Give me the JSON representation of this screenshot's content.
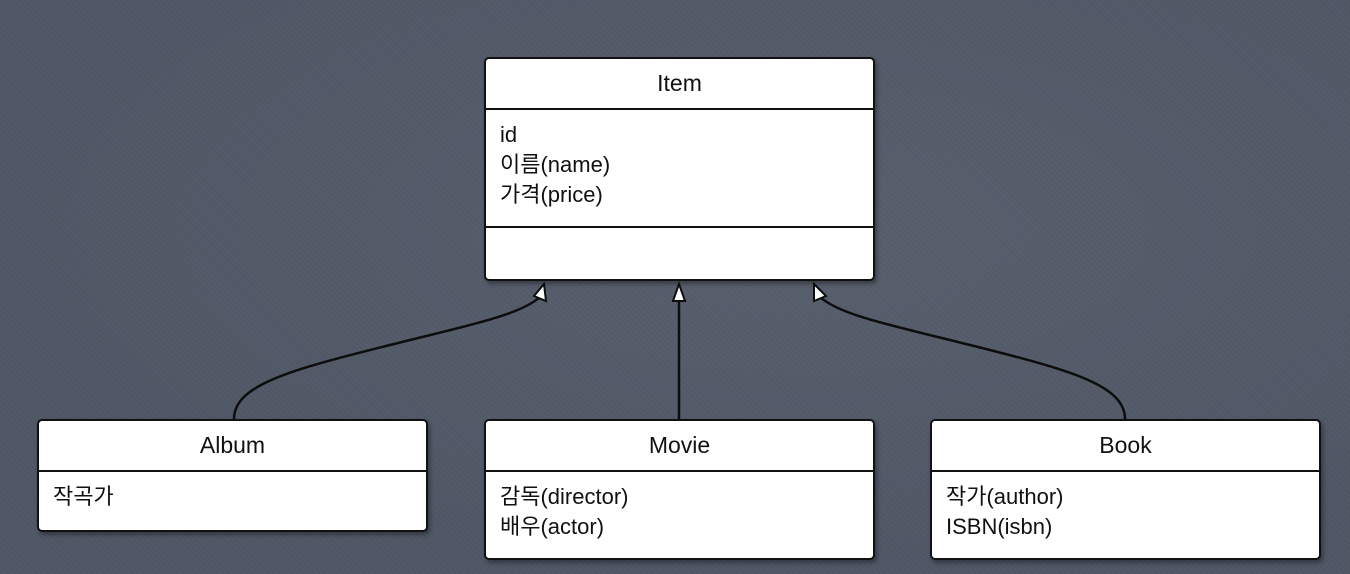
{
  "diagram": {
    "classes": [
      {
        "id": "item",
        "name": "Item",
        "attributes": [
          "id",
          "이름(name)",
          "가격(price)"
        ],
        "methods": []
      },
      {
        "id": "album",
        "name": "Album",
        "attributes": [
          "작곡가"
        ]
      },
      {
        "id": "movie",
        "name": "Movie",
        "attributes": [
          "감독(director)",
          "배우(actor)"
        ]
      },
      {
        "id": "book",
        "name": "Book",
        "attributes": [
          "작가(author)",
          "ISBN(isbn)"
        ]
      }
    ],
    "relations": [
      {
        "type": "generalization",
        "from": "Album",
        "to": "Item"
      },
      {
        "type": "generalization",
        "from": "Movie",
        "to": "Item"
      },
      {
        "type": "generalization",
        "from": "Book",
        "to": "Item"
      }
    ]
  }
}
